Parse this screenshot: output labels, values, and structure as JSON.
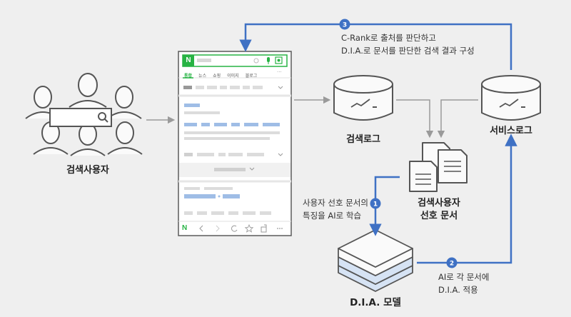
{
  "labels": {
    "users": "검색사용자",
    "search_log": "검색로그",
    "service_log": "서비스로그",
    "preferred_docs_line1": "검색사용자",
    "preferred_docs_line2": "선호 문서",
    "dia_model": "D.I.A. 모델"
  },
  "steps": [
    {
      "number": "1",
      "line1": "사용자 선호 문서의",
      "line2": "특징을 AI로 학습"
    },
    {
      "number": "2",
      "line1": "AI로 각 문서에",
      "line2": "D.I.A. 적용"
    },
    {
      "number": "3",
      "line1": "C-Rank로 출처를 판단하고",
      "line2": "D.I.A.로 문서를 판단한 검색 결과 구성"
    }
  ],
  "phone": {
    "logo": "N",
    "tabs": [
      "통합",
      "뉴스",
      "쇼핑",
      "이미지",
      "블로그"
    ],
    "more": "···"
  },
  "colors": {
    "accent": "#3f71c4",
    "naver_green": "#27b344",
    "stroke": "#555555",
    "arrow_gray": "#9a9a9a"
  }
}
